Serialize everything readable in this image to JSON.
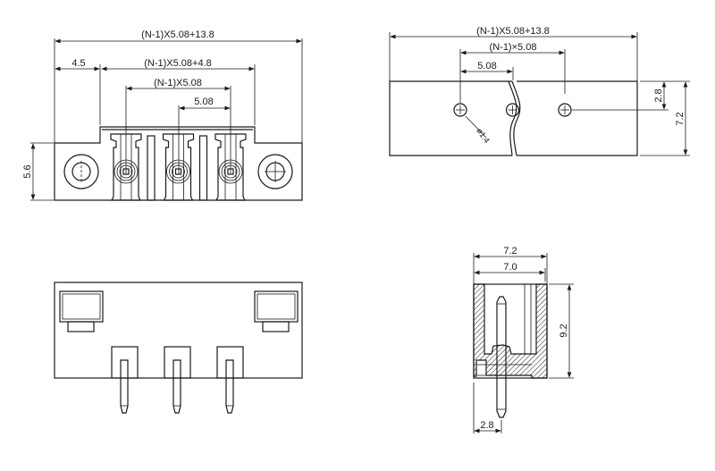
{
  "drawing": {
    "title": "Pluggable terminal block connector dimension drawing",
    "line_color": "#1a1a1a",
    "background": "#ffffff"
  },
  "front_view": {
    "dim_overall": "(N-1)X5.08+13.8",
    "dim_left_offset": "4.5",
    "dim_body": "(N-1)X5.08+4.8",
    "dim_pitch_total": "(N-1)X5.08",
    "dim_pitch": "5.08",
    "dim_height": "5.6",
    "terminal_count": 3
  },
  "pcb_layout": {
    "dim_overall": "(N-1)X5.08+13.8",
    "dim_pitch_total": "(N-1)×5.08",
    "dim_pitch": "5.08",
    "dim_row_offset": "2.8",
    "dim_height": "7.2",
    "dim_hole_diameter": "ø1.4",
    "hole_count": 3
  },
  "bottom_view": {
    "pin_count": 3
  },
  "side_view": {
    "dim_outer_width": "7.2",
    "dim_inner_width": "7.0",
    "dim_height": "9.2",
    "dim_pin_offset": "2.8"
  }
}
